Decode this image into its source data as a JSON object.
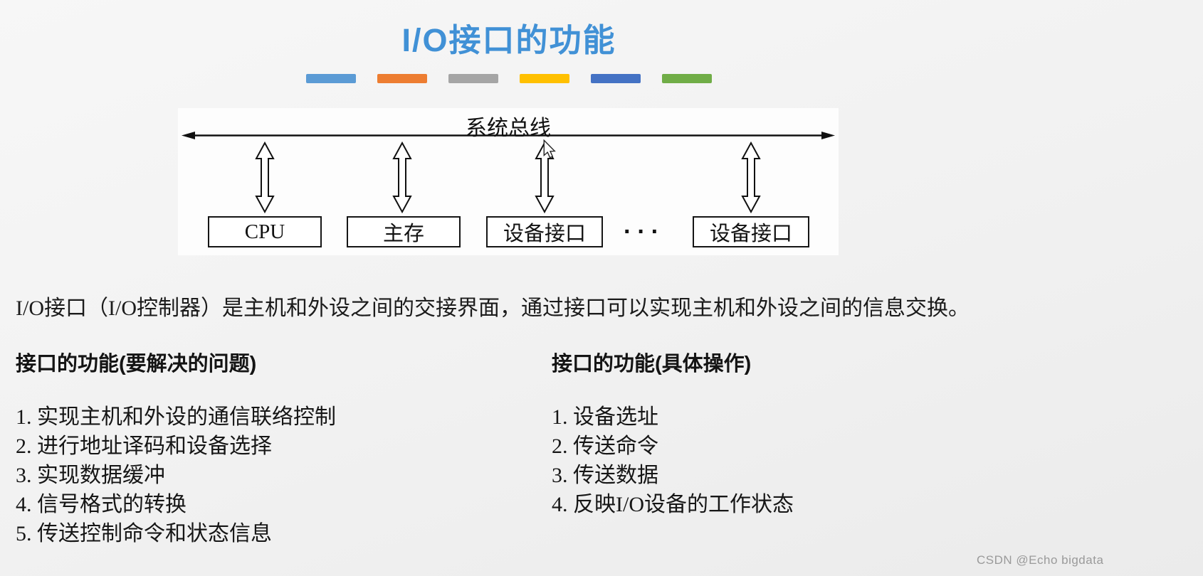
{
  "title": "I/O接口的功能",
  "title_color": "#4191D6",
  "accent_colors": [
    "#5B9BD5",
    "#ED7D31",
    "#A5A5A5",
    "#FFC000",
    "#4472C4",
    "#70AD47"
  ],
  "diagram": {
    "bus_label": "系统总线",
    "boxes": [
      "CPU",
      "主存",
      "设备接口",
      "设备接口"
    ],
    "ellipsis": "···"
  },
  "intro": "I/O接口（I/O控制器）是主机和外设之间的交接界面，通过接口可以实现主机和外设之间的信息交换。",
  "left_column": {
    "heading": "接口的功能(要解决的问题)",
    "items": [
      "1. 实现主机和外设的通信联络控制",
      "2. 进行地址译码和设备选择",
      "3. 实现数据缓冲",
      "4. 信号格式的转换",
      "5. 传送控制命令和状态信息"
    ]
  },
  "right_column": {
    "heading": "接口的功能(具体操作)",
    "items": [
      "1. 设备选址",
      "2. 传送命令",
      "3. 传送数据",
      "4. 反映I/O设备的工作状态"
    ]
  },
  "watermark": "CSDN @Echo bigdata"
}
